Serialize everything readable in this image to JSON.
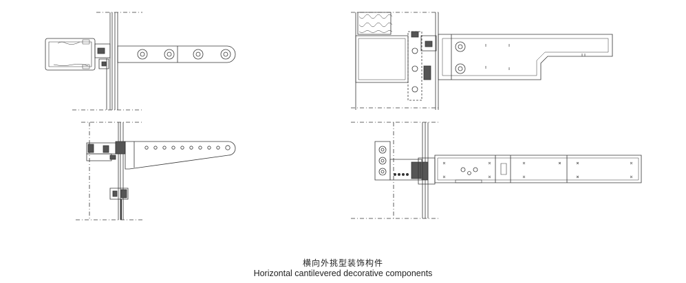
{
  "caption": {
    "title_cn": "横向外挑型装饰构件",
    "title_en": "Horizontal cantilevered decorative components"
  },
  "drawing": {
    "line_color": "#333333",
    "fill_dark": "#555555",
    "detail_count": 4
  }
}
